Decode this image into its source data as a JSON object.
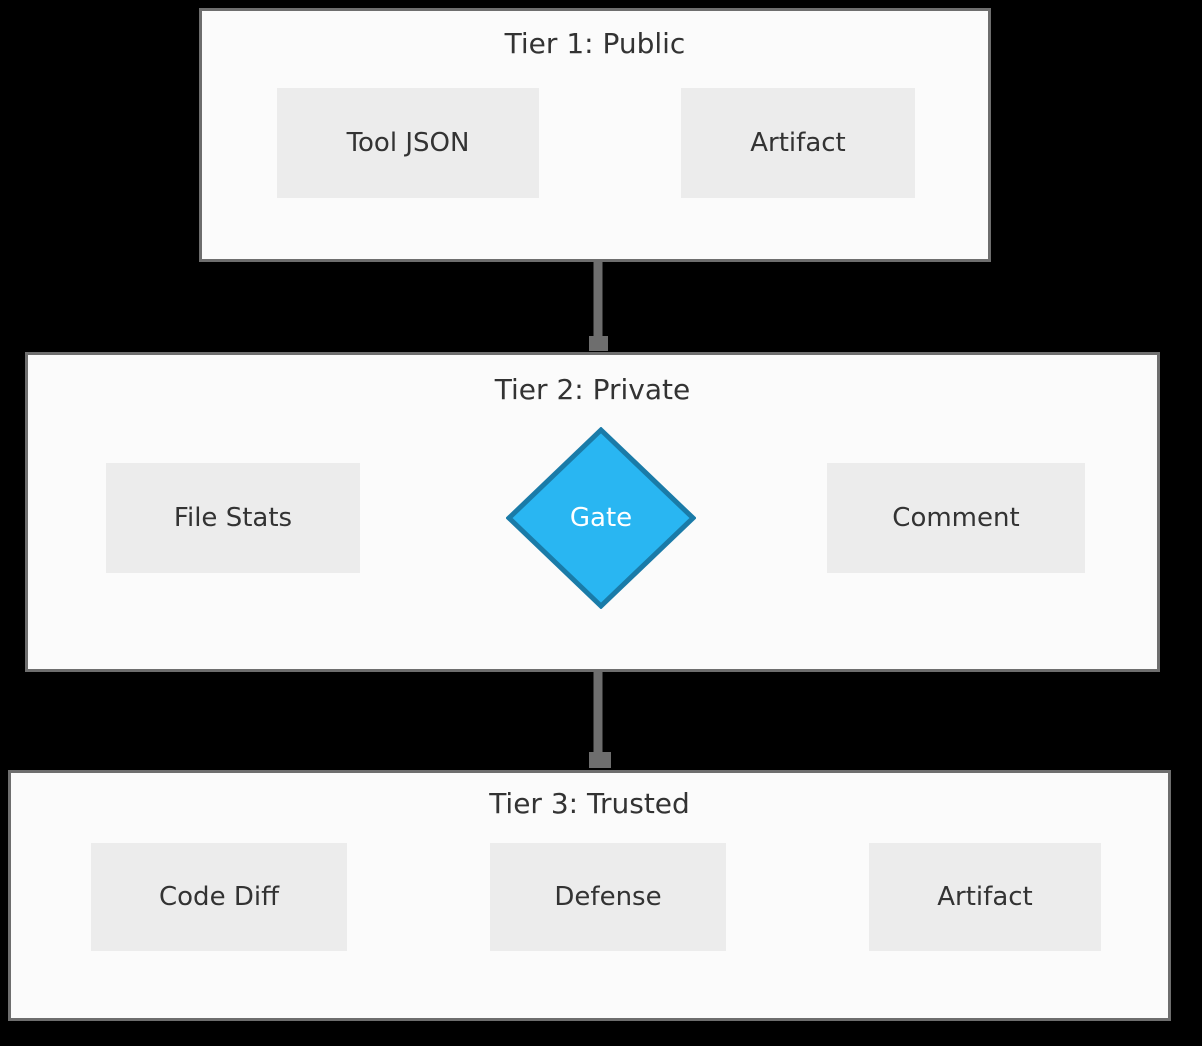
{
  "diagram": {
    "type": "flowchart",
    "orientation": "top-to-bottom",
    "background_color": "#000000",
    "palette": {
      "cluster_border": "#6e6e6e",
      "cluster_fill": "#fbfbfb",
      "node_fill": "#ececec",
      "node_text": "#333333",
      "edge_color": "#666666",
      "decision_fill": "#29b6f2",
      "decision_border": "#1a7ba8",
      "decision_text": "#ffffff",
      "connector_color": "#6e6e6e"
    },
    "tiers": [
      {
        "id": "tier1",
        "title": "Tier 1: Public",
        "nodes": [
          {
            "id": "tool-json",
            "label": "Tool JSON",
            "shape": "rect"
          },
          {
            "id": "artifact-1",
            "label": "Artifact",
            "shape": "rect"
          }
        ],
        "edges": [
          {
            "from": "Tool JSON",
            "to": "Artifact",
            "style": "arrow"
          }
        ]
      },
      {
        "id": "tier2",
        "title": "Tier 2: Private",
        "nodes": [
          {
            "id": "file-stats",
            "label": "File Stats",
            "shape": "rect"
          },
          {
            "id": "gate",
            "label": "Gate",
            "shape": "diamond"
          },
          {
            "id": "comment",
            "label": "Comment",
            "shape": "rect"
          }
        ],
        "edges": [
          {
            "from": "File Stats",
            "to": "Gate",
            "style": "arrow"
          },
          {
            "from": "Gate",
            "to": "Comment",
            "style": "arrow"
          }
        ]
      },
      {
        "id": "tier3",
        "title": "Tier 3: Trusted",
        "nodes": [
          {
            "id": "code-diff",
            "label": "Code Diff",
            "shape": "rect"
          },
          {
            "id": "defense",
            "label": "Defense",
            "shape": "rect"
          },
          {
            "id": "artifact-3",
            "label": "Artifact",
            "shape": "rect"
          }
        ],
        "edges": [
          {
            "from": "Code Diff",
            "to": "Defense",
            "style": "arrow"
          },
          {
            "from": "Defense",
            "to": "Artifact",
            "style": "arrow"
          }
        ]
      }
    ],
    "tier_links": [
      {
        "from": "Tier 1: Public",
        "to": "Tier 2: Private",
        "style": "square-terminator"
      },
      {
        "from": "Tier 2: Private",
        "to": "Tier 3: Trusted",
        "style": "square-terminator"
      }
    ]
  }
}
